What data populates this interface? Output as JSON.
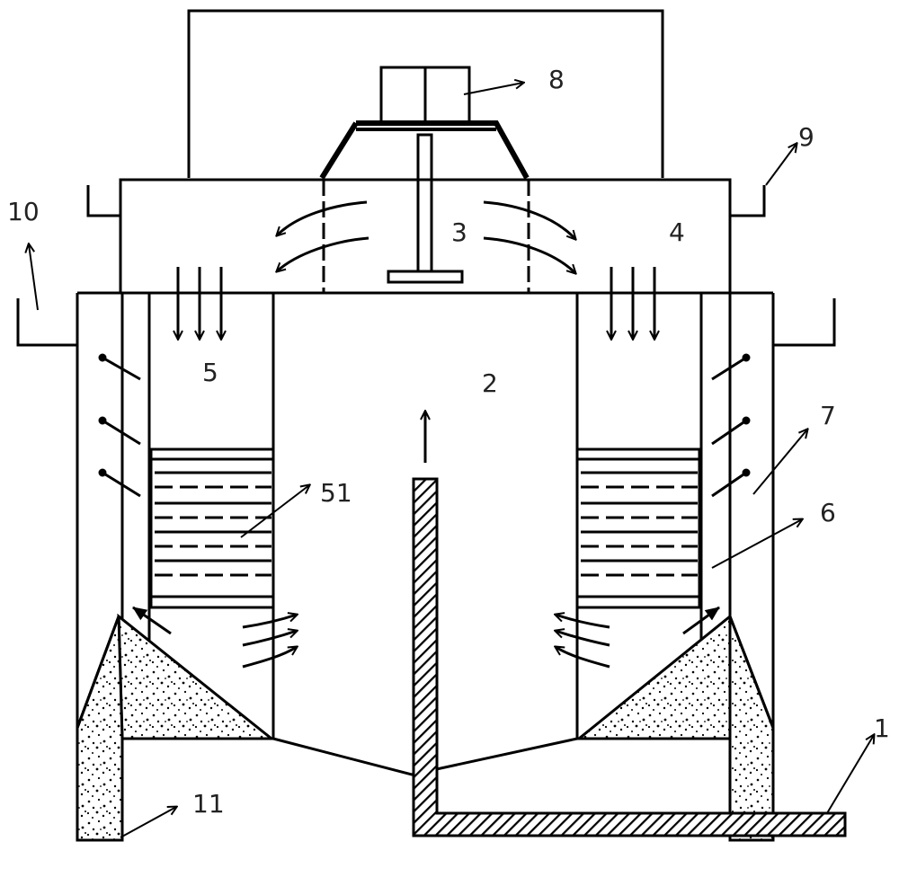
{
  "colors": {
    "stroke": "#000000",
    "background": "#ffffff",
    "label": "#222222"
  },
  "labels": {
    "l1": "1",
    "l2": "2",
    "l3": "3",
    "l4": "4",
    "l5": "5",
    "l51": "51",
    "l6": "6",
    "l7": "7",
    "l8": "8",
    "l9": "9",
    "l10": "10",
    "l11": "11"
  }
}
